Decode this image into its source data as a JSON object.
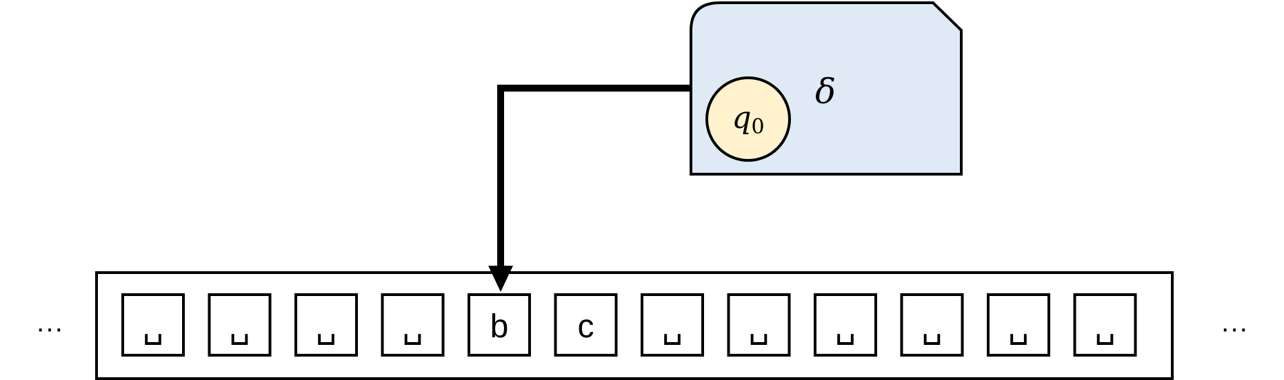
{
  "control": {
    "transition_label": "δ",
    "state": {
      "base": "q",
      "subscript": "0"
    }
  },
  "tape": {
    "left_ellipsis": "···",
    "right_ellipsis": "···",
    "cells": [
      "␣",
      "␣",
      "␣",
      "␣",
      "b",
      "c",
      "␣",
      "␣",
      "␣",
      "␣",
      "␣",
      "␣"
    ],
    "head_cell": 4
  },
  "colors": {
    "control_fill": "#dfeaf6",
    "state_fill": "#fff2cc",
    "stroke": "#000000"
  }
}
